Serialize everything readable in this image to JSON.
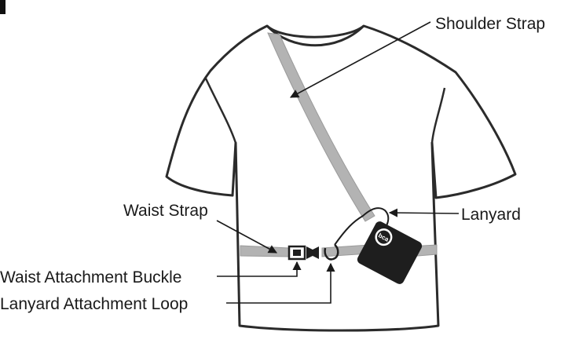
{
  "labels": {
    "shoulder_strap": "Shoulder Strap",
    "lanyard": "Lanyard",
    "waist_strap": "Waist Strap",
    "waist_attachment_buckle": "Waist Attachment Buckle",
    "lanyard_attachment_loop": "Lanyard Attachment Loop"
  },
  "device_logo": "bca",
  "colors": {
    "outline": "#2b2b2b",
    "strap": "#b3b3b3",
    "device": "#1e1e1e",
    "text": "#1a1a1a"
  }
}
